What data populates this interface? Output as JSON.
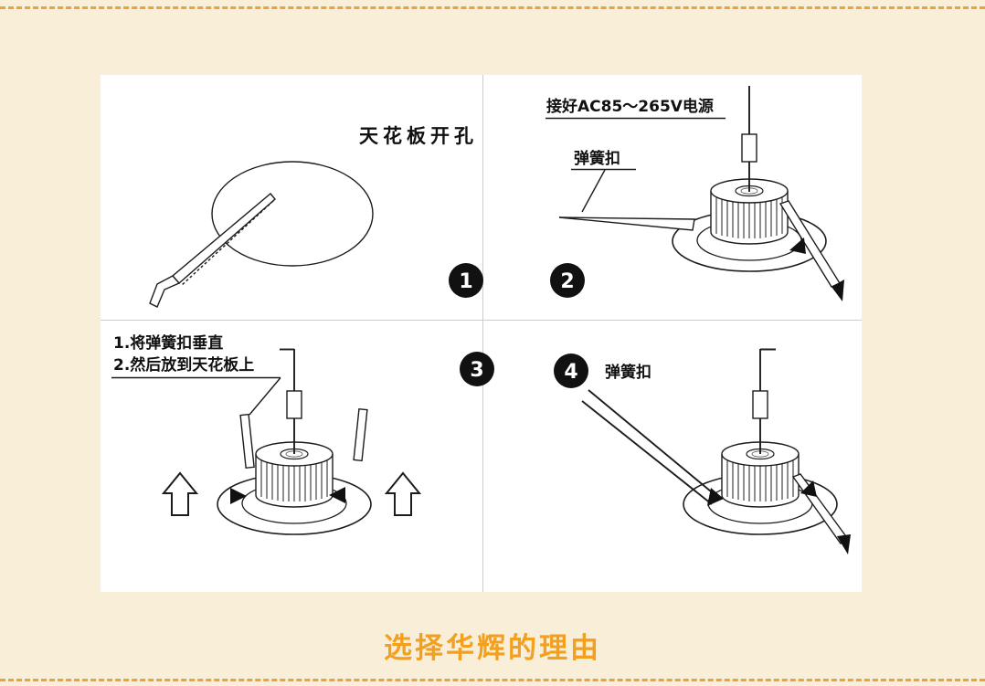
{
  "colors": {
    "background": "#f9eed7",
    "dash": "#e5a43c",
    "title": "#f2a01e"
  },
  "diagram": {
    "steps": {
      "s1": {
        "num": "1",
        "caption": "天花板开孔"
      },
      "s2": {
        "num": "2",
        "power_label": "接好AC85～265V电源",
        "clip_label": "弹簧扣"
      },
      "s3": {
        "num": "3",
        "line1": "1.将弹簧扣垂直",
        "line2": "2.然后放到天花板上"
      },
      "s4": {
        "num": "4",
        "clip_label": "弹簧扣"
      }
    }
  },
  "footer": {
    "title": "选择华辉的理由"
  }
}
